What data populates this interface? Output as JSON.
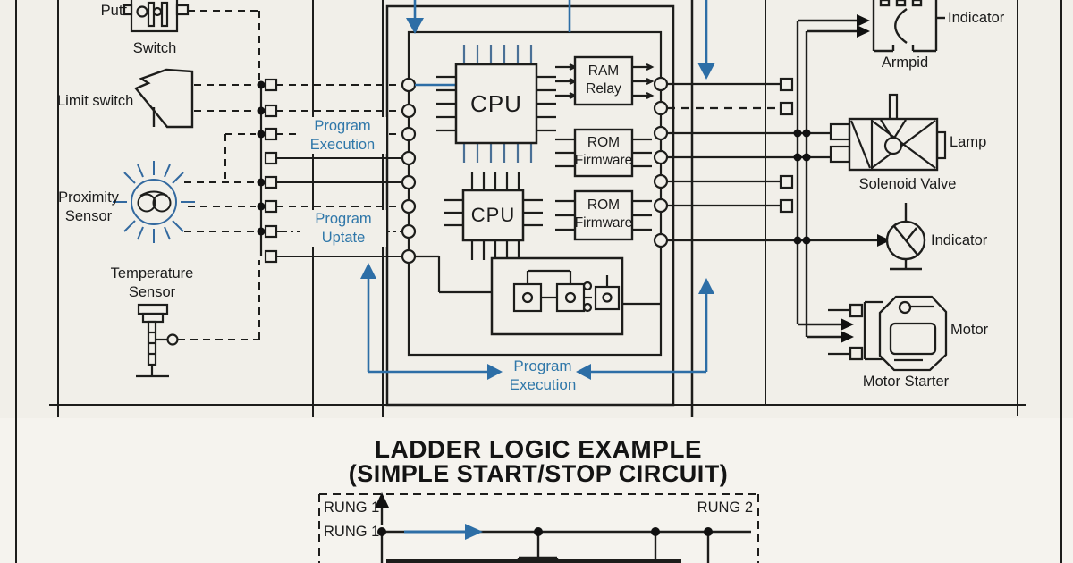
{
  "colors": {
    "background": "#f1efe9",
    "line": "#1d1d1b",
    "accent_blue": "#2d6ea6",
    "label_blue": "#2f77a9"
  },
  "inputs": {
    "push_label": "Putt",
    "push_switch": "Switch",
    "limit_switch": "Limit switch",
    "proximity": "Proximity\nSensor",
    "temperature": "Temperature\nSensor"
  },
  "plc": {
    "program_execution": "Program\nExecution",
    "program_update": "Program\nUptate",
    "cpu1": "CPU",
    "cpu2": "CPU",
    "ram": "RAM\nRelay",
    "rom1": "ROM\nFirmware",
    "rom2": "ROM\nFirmware",
    "program_flow": "Program\nExecution"
  },
  "outputs": {
    "indicator_top": "Indicator",
    "armpid": "Armpid",
    "lamp": "Lamp",
    "solenoid_valve": "Solenoid Valve",
    "indicator_bottom": "Indicator",
    "motor": "Motor",
    "motor_starter": "Motor Starter"
  },
  "ladder": {
    "title_line1": "LADDER LOGIC EXAMPLE",
    "title_line2": "(SIMPLE START/STOP CIRCUIT)",
    "rung1_a": "RUNG 1",
    "rung1_b": "RUNG 1",
    "rung2": "RUNG 2"
  }
}
